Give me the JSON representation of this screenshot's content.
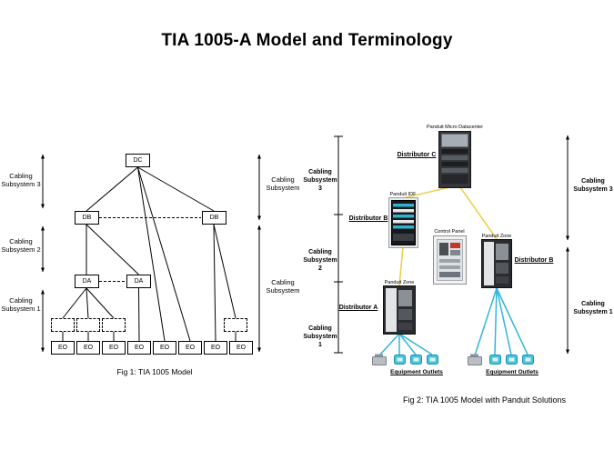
{
  "title": "TIA 1005-A Model and Terminology",
  "fig1": {
    "caption": "Fig 1: TIA 1005 Model",
    "dc": "DC",
    "db": "DB",
    "da": "DA",
    "eo": "EO",
    "left": {
      "s3": "Cabling Subsystem 3",
      "s2": "Cabling Subsystem 2",
      "s1": "Cabling Subsystem 1"
    },
    "right": {
      "top": "Cabling Subsystem",
      "bottom": "Cabling Subsystem"
    }
  },
  "fig2": {
    "caption": "Fig 2: TIA 1005 Model with Panduit Solutions",
    "micro_datacenter": "Panduit Micro Datacenter",
    "distributor_c": "Distributor C",
    "panduit_idf": "Panduit IDF",
    "distributor_b_idf": "Distributor B",
    "control_panel": "Control Panel",
    "panduit_zone_right": "Panduit Zone",
    "distributor_b_zone": "Distributor B",
    "panduit_zone_left": "Panduit Zone",
    "distributor_a": "Distributor A",
    "equipment_outlets_left": "Equipment Outlets",
    "equipment_outlets_right": "Equipment Outlets",
    "left": {
      "s3": "Cabling Subsystem 3",
      "s2": "Cabling Subsystem 2",
      "s1": "Cabling Subsystem 1"
    },
    "right": {
      "s3": "Cabling Subsystem 3",
      "s1": "Cabling Subsystem 1"
    }
  },
  "colors": {
    "cable_yellow": "#f2cf4a",
    "cable_cyan": "#31b5dc"
  }
}
